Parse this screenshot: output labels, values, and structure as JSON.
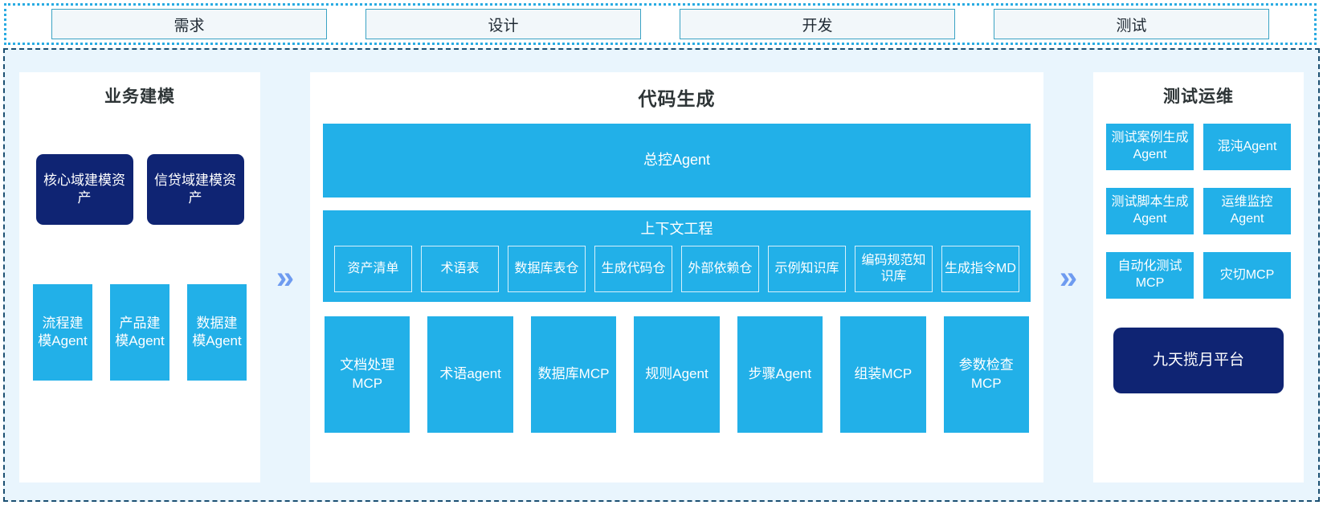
{
  "phases": [
    {
      "label": "需求"
    },
    {
      "label": "设计"
    },
    {
      "label": "开发"
    },
    {
      "label": "测试"
    }
  ],
  "connector": {
    "glyph": "»"
  },
  "business_modeling": {
    "title": "业务建模",
    "assets": [
      {
        "label": "核心域建模资产"
      },
      {
        "label": "信贷域建模资产"
      }
    ],
    "agents": [
      {
        "label": "流程建模Agent"
      },
      {
        "label": "产品建模Agent"
      },
      {
        "label": "数据建模Agent"
      }
    ]
  },
  "code_generation": {
    "title": "代码生成",
    "master_agent": "总控Agent",
    "context_engineering": {
      "title": "上下文工程",
      "items": [
        {
          "label": "资产清单"
        },
        {
          "label": "术语表"
        },
        {
          "label": "数据库表仓"
        },
        {
          "label": "生成代码仓"
        },
        {
          "label": "外部依赖仓"
        },
        {
          "label": "示例知识库"
        },
        {
          "label": "编码规范知识库"
        },
        {
          "label": "生成指令MD"
        }
      ]
    },
    "tools": [
      {
        "label": "文档处理MCP"
      },
      {
        "label": "术语agent"
      },
      {
        "label": "数据库MCP"
      },
      {
        "label": "规则Agent"
      },
      {
        "label": "步骤Agent"
      },
      {
        "label": "组装MCP"
      },
      {
        "label": "参数检查MCP"
      }
    ]
  },
  "test_ops": {
    "title": "测试运维",
    "items": [
      {
        "label": "测试案例生成Agent"
      },
      {
        "label": "混沌Agent"
      },
      {
        "label": "测试脚本生成Agent"
      },
      {
        "label": "运维监控Agent"
      },
      {
        "label": "自动化测试MCP"
      },
      {
        "label": "灾切MCP"
      }
    ],
    "platform": "九天揽月平台"
  },
  "colors": {
    "cyan": "#22b0e8",
    "navy": "#0f2473",
    "page_bg": "#e9f5fd",
    "chevron": "#6e9bf0",
    "phase_border": "#3ba3c4"
  }
}
